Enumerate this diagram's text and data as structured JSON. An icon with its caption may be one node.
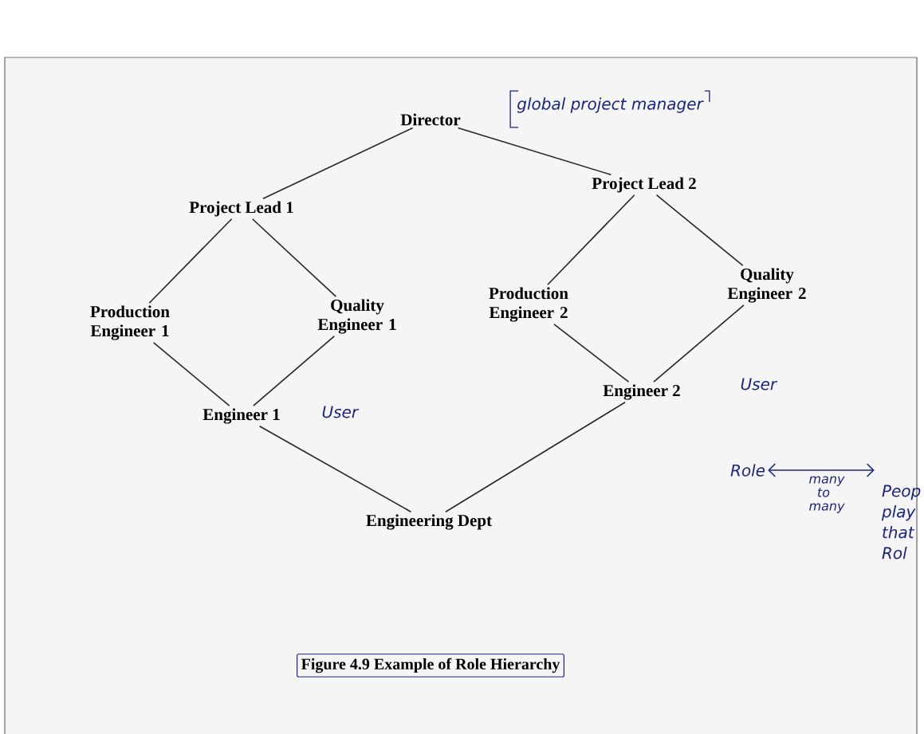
{
  "diagram": {
    "caption": "Figure 4.9 Example of Role Hierarchy",
    "nodes": [
      {
        "text": [
          "Director"
        ]
      },
      {
        "text": [
          "global project manager"
        ]
      },
      {
        "text": [
          "Project Lead 2"
        ]
      },
      {
        "text": [
          "Project Lead 1"
        ]
      },
      {
        "text": [
          "Quality Engineer 2"
        ]
      },
      {
        "text": [
          "Production Engineer 2"
        ]
      },
      {
        "text": [
          "Production Engineer 1"
        ]
      },
      {
        "text": [
          "Quality Engineer 1"
        ]
      },
      {
        "text": [
          "Engineer 2"
        ],
        "beside": [
          "User"
        ]
      },
      {
        "text": [
          "Engineer 1"
        ],
        "beside": [
          "User"
        ]
      },
      {
        "text": [
          "Role"
        ]
      },
      {
        "text": [
          "Peop play that Rol"
        ]
      },
      {
        "text": [
          "Engineering Dept"
        ]
      }
    ],
    "edges": [
      {
        "from": 0,
        "to": 3,
        "arrow": "none"
      },
      {
        "from": 0,
        "to": 2,
        "arrow": "none"
      },
      {
        "from": 3,
        "to": 6,
        "arrow": "none"
      },
      {
        "from": 3,
        "to": 7,
        "arrow": "none"
      },
      {
        "from": 2,
        "to": 5,
        "arrow": "none"
      },
      {
        "from": 2,
        "to": 4,
        "arrow": "none"
      },
      {
        "from": 6,
        "to": 9,
        "arrow": "none"
      },
      {
        "from": 7,
        "to": 9,
        "arrow": "none"
      },
      {
        "from": 5,
        "to": 8,
        "arrow": "none"
      },
      {
        "from": 4,
        "to": 8,
        "arrow": "none"
      },
      {
        "from": 9,
        "to": 12,
        "arrow": "none"
      },
      {
        "from": 8,
        "to": 12,
        "arrow": "none"
      },
      {
        "from": 10,
        "to": 11,
        "arrow": "both",
        "label": "many to many",
        "color": "#1a237e"
      }
    ]
  }
}
